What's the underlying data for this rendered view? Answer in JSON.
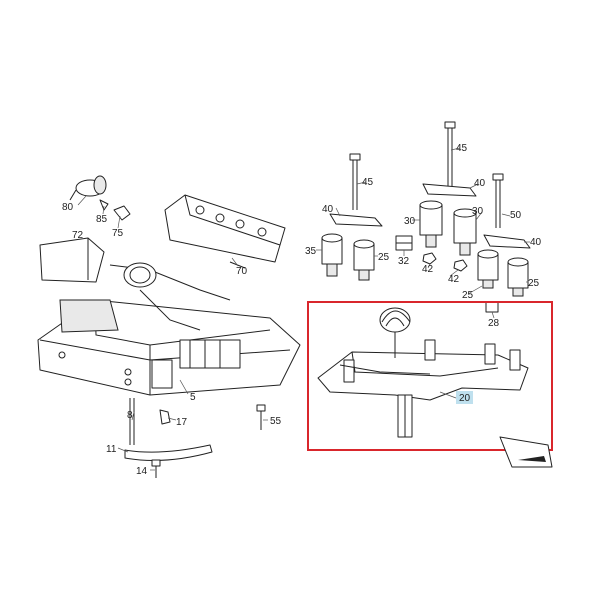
{
  "callouts": {
    "c80": "80",
    "c85": "85",
    "c75": "75",
    "c72": "72",
    "c70": "70",
    "c5": "5",
    "c8": "8",
    "c17": "17",
    "c55": "55",
    "c11": "11",
    "c14": "14",
    "c45a": "45",
    "c45b": "45",
    "c40a": "40",
    "c40b": "40",
    "c40c": "40",
    "c30a": "30",
    "c30b": "30",
    "c50": "50",
    "c35": "35",
    "c25a": "25",
    "c25b": "25",
    "c25c": "25",
    "c32": "32",
    "c42a": "42",
    "c42b": "42",
    "c28": "28",
    "c20": "20"
  },
  "colors": {
    "selection_box": "#d9262c",
    "highlight_label": "#bfe0ee"
  }
}
